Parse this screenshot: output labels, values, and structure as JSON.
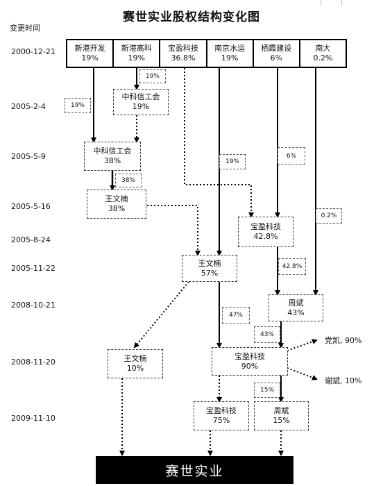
{
  "title": "赛世实业股权结构变化图",
  "header_label": "变更时间",
  "dates": [
    "2000-12-21",
    "2005-2-4",
    "2005-5-9",
    "2005-5-16",
    "2005-8-24",
    "2005-11-22",
    "2008-10-21",
    "2008-11-20",
    "2009-11-10"
  ],
  "top_holders": [
    {
      "name": "新港开发",
      "pct": "19%"
    },
    {
      "name": "新港高科",
      "pct": "19%"
    },
    {
      "name": "宝盈科技",
      "pct": "36.8%"
    },
    {
      "name": "南京水运",
      "pct": "19%"
    },
    {
      "name": "栖霞建设",
      "pct": "6%"
    },
    {
      "name": "南大",
      "pct": "0.2%"
    }
  ],
  "nodes": {
    "zhongke_1": {
      "name": "中科信工会",
      "pct": "19%"
    },
    "zhongke_2": {
      "name": "中科信工会",
      "pct": "38%"
    },
    "wang_1": {
      "name": "王文楠",
      "pct": "38%"
    },
    "baoying_1": {
      "name": "宝盈科技",
      "pct": "42.8%"
    },
    "wang_2": {
      "name": "王文楠",
      "pct": "57%"
    },
    "zhoubin_1": {
      "name": "周斌",
      "pct": "43%"
    },
    "wang_3": {
      "name": "王文楠",
      "pct": "10%"
    },
    "baoying_2": {
      "name": "宝盈科技",
      "pct": "90%"
    },
    "baoying_3": {
      "name": "宝盈科技",
      "pct": "75%"
    },
    "zhoubin_2": {
      "name": "周斌",
      "pct": "15%"
    }
  },
  "tags": {
    "t19_a": "19%",
    "t19_b": "19%",
    "t38": "38%",
    "t19_c": "19%",
    "t6": "6%",
    "t02": "0.2%",
    "t428": "42.8%",
    "t47": "47%",
    "t43": "43%",
    "t15": "15%"
  },
  "side_labels": {
    "dangkai": "党凯, 90%",
    "xiebin": "谢斌, 10%"
  },
  "final": "赛世实业"
}
